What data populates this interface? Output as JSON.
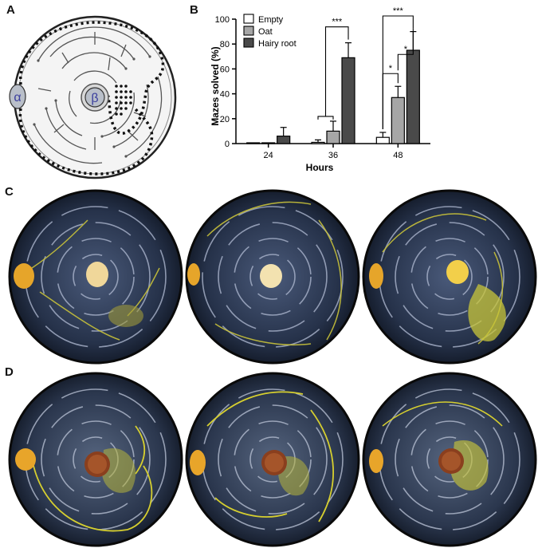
{
  "panels": {
    "a": "A",
    "b": "B",
    "c": "C",
    "d": "D"
  },
  "maze_diagram": {
    "start_label": "α",
    "end_label": "β",
    "colors": {
      "bead": "#b9bfc9",
      "bead_text": "#3b3f9e",
      "rim": "#222222"
    }
  },
  "chart_data": {
    "type": "bar",
    "categories": [
      "24",
      "36",
      "48"
    ],
    "xlabel": "Hours",
    "ylabel": "Mazes solved (%)",
    "ylim": [
      0,
      100
    ],
    "yticks": [
      0,
      20,
      40,
      60,
      80,
      100
    ],
    "legend_position": "top-left",
    "series": [
      {
        "name": "Empty",
        "color": "#ffffff",
        "values": [
          0,
          1,
          5
        ],
        "errors": [
          0,
          2,
          4
        ]
      },
      {
        "name": "Oat",
        "color": "#a6a6a6",
        "values": [
          0,
          10,
          37
        ],
        "errors": [
          0,
          8,
          9
        ]
      },
      {
        "name": "Hairy root",
        "color": "#4a4a4a",
        "values": [
          6,
          69,
          75
        ],
        "errors": [
          7,
          12,
          15
        ]
      }
    ],
    "significance": [
      {
        "label": "***",
        "note": "36h bracket"
      },
      {
        "label": "***",
        "note": "48h outer bracket"
      },
      {
        "label": "*",
        "note": "48h Empty vs Oat"
      },
      {
        "label": "*",
        "note": "48h Oat vs Hairy root"
      }
    ]
  }
}
